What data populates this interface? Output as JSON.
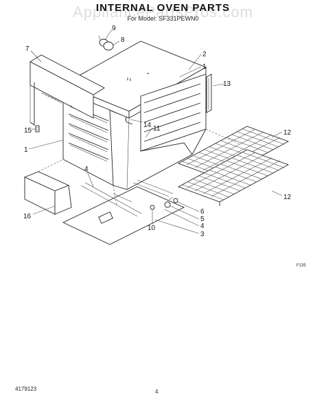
{
  "header": {
    "title": "INTERNAL OVEN PARTS",
    "model_line": "For Model: SF331PEWN0",
    "watermark": "AppliancePartsPros.com"
  },
  "footer": {
    "left_code": "4179123",
    "page_number": "4",
    "figure_code": "F135"
  },
  "callouts": {
    "c1a": "1",
    "c1b": "1",
    "c2": "2",
    "c3": "3",
    "c4a": "4",
    "c4b": "4",
    "c5": "5",
    "c6": "6",
    "c7": "7",
    "c8": "8",
    "c9": "9",
    "c10": "10",
    "c11": "11",
    "c12a": "12",
    "c12b": "12",
    "c13": "13",
    "c14": "14",
    "c15": "15",
    "c16": "16"
  }
}
